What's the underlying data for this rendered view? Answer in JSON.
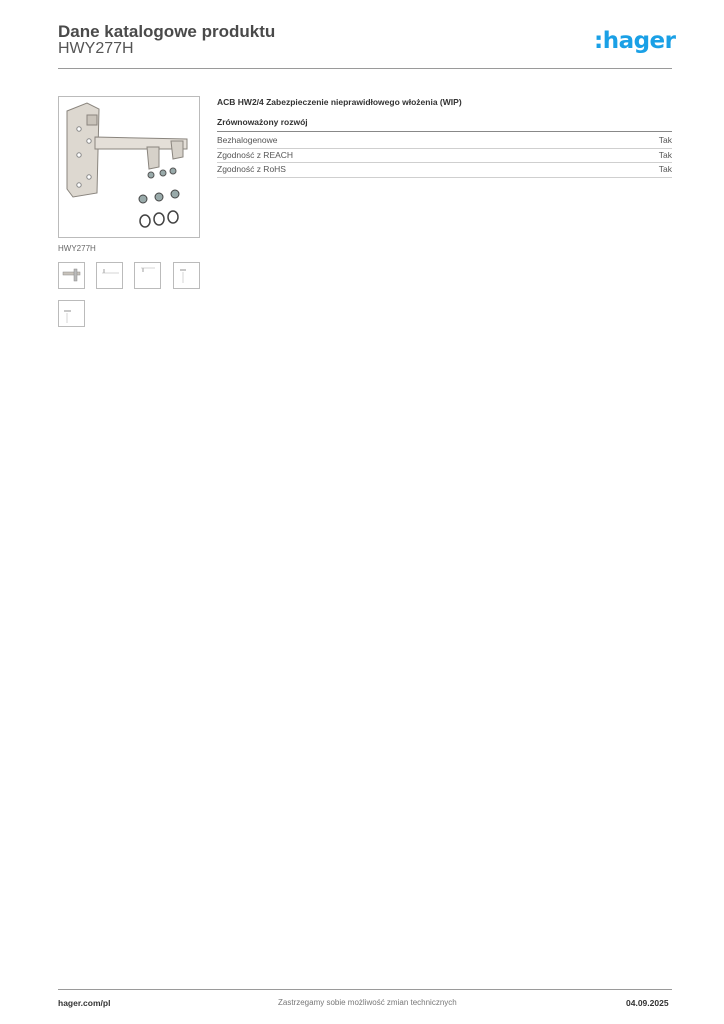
{
  "header": {
    "title": "Dane katalogowe produktu",
    "subtitle": "HWY277H",
    "logo_text": ":hager",
    "logo_color": "#1aa0e6"
  },
  "image": {
    "caption": "HWY277H",
    "thumbnails": [
      "product-photo",
      "drawing-front",
      "drawing-top",
      "drawing-side",
      "drawing-detail"
    ]
  },
  "product": {
    "title": "ACB HW2/4 Zabezpieczenie nieprawidłowego włożenia (WIP)",
    "section_title": "Zrównoważony rozwój",
    "specs": [
      {
        "label": "Bezhalogenowe",
        "value": "Tak"
      },
      {
        "label": "Zgodność z REACH",
        "value": "Tak"
      },
      {
        "label": "Zgodność z RoHS",
        "value": "Tak"
      }
    ]
  },
  "footer": {
    "website": "hager.com/pl",
    "disclaimer": "Zastrzegamy sobie możliwość zmian technicznych",
    "date": "04.09.2025"
  }
}
